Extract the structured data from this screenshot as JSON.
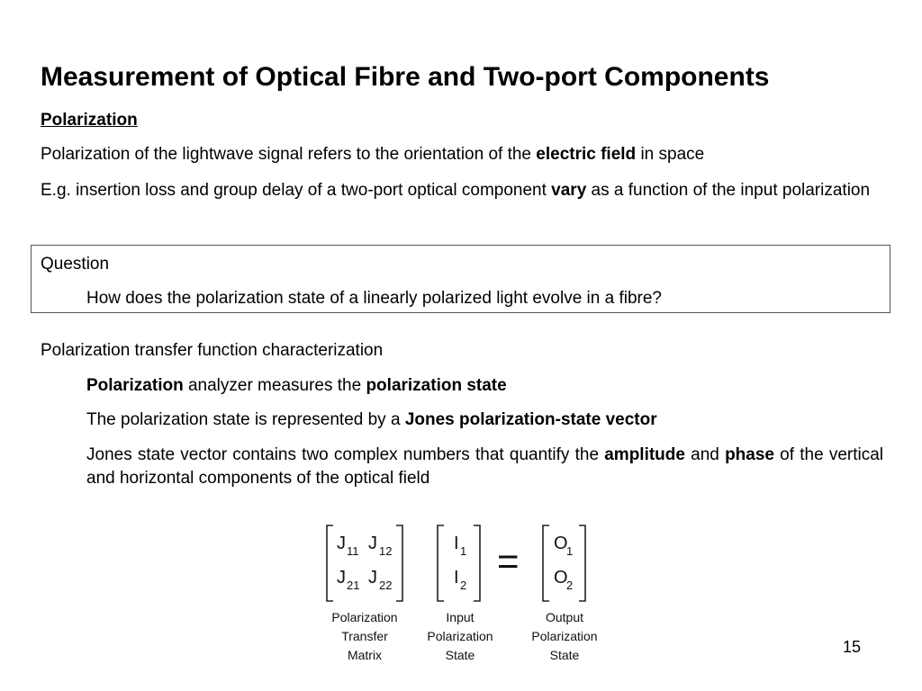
{
  "title": "Measurement of Optical Fibre and Two-port Components",
  "heading": "Polarization",
  "para1": {
    "before": "Polarization of the lightwave signal refers to the orientation of the ",
    "bold": "electric field",
    "after": " in space"
  },
  "para2": {
    "before": "E.g. insertion loss and group delay of a two-port optical component ",
    "bold": "vary",
    "after": " as a function of the input polarization"
  },
  "question_box": {
    "label": "Question",
    "text": "How does the polarization state of a linearly polarized light evolve in a fibre?"
  },
  "section2": {
    "heading": "Polarization transfer function characterization",
    "item1": {
      "bold1": "Polarization",
      "mid": " analyzer measures the ",
      "bold2": "polarization state"
    },
    "item2": {
      "before": "The polarization state is represented by a ",
      "bold": "Jones polarization-state vector"
    },
    "item3": {
      "before": "Jones state vector contains two complex numbers that quantify the ",
      "bold1": "amplitude",
      "mid": " and ",
      "bold2": "phase",
      "after": " of the vertical and horizontal components of the optical field"
    }
  },
  "figure": {
    "matrix": {
      "j11": "J",
      "j11_sub": "11",
      "j12": "J",
      "j12_sub": "12",
      "j21": "J",
      "j21_sub": "21",
      "j22": "J",
      "j22_sub": "22"
    },
    "input": {
      "i1": "I",
      "i1_sub": "1",
      "i2": "I",
      "i2_sub": "2"
    },
    "equals": "=",
    "output": {
      "o1": "O",
      "o1_sub": "1",
      "o2": "O",
      "o2_sub": "2"
    },
    "captions": {
      "matrix": [
        "Polarization",
        "Transfer",
        "Matrix"
      ],
      "input": [
        "Input",
        "Polarization",
        "State"
      ],
      "output": [
        "Output",
        "Polarization",
        "State"
      ]
    }
  },
  "page_number": "15"
}
